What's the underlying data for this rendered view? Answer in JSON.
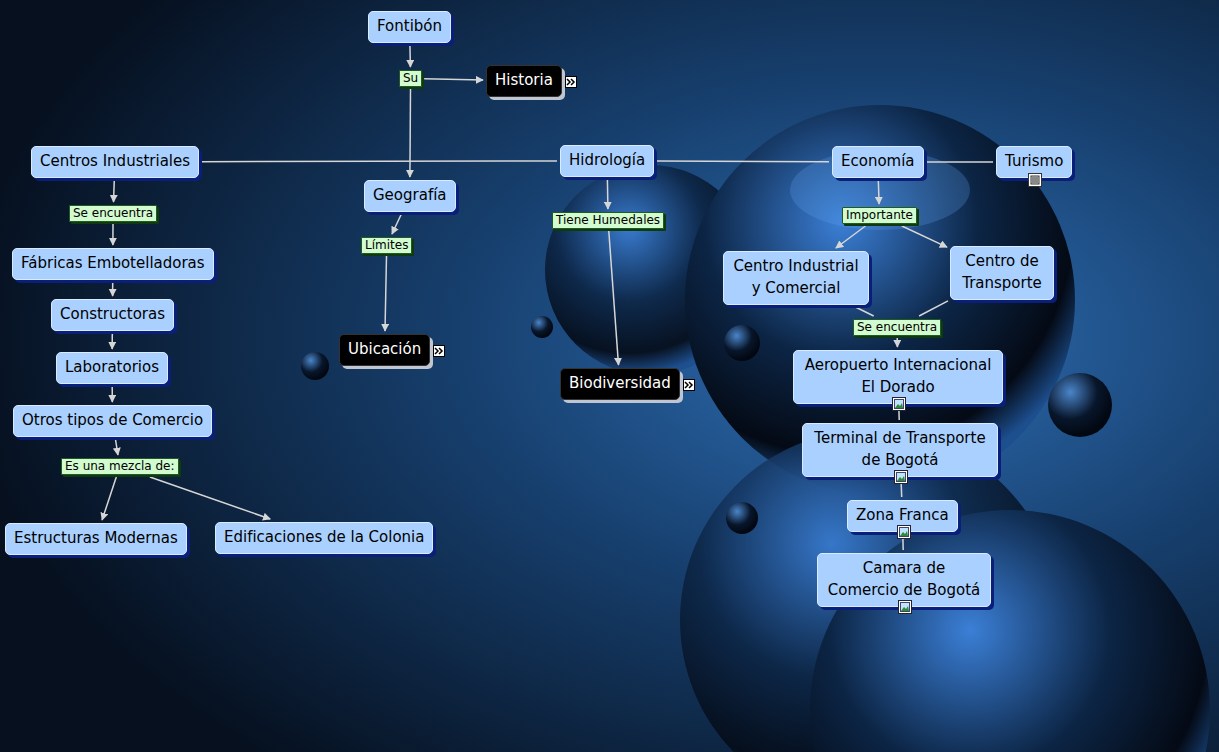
{
  "diagram": {
    "nodes": [
      {
        "text": [
          "Fontibón"
        ]
      },
      {
        "text": [
          "Su"
        ]
      },
      {
        "text": [
          "Historia"
        ]
      },
      {
        "text": [
          "Centros Industriales"
        ]
      },
      {
        "text": [
          "Hidrología"
        ]
      },
      {
        "text": [
          "Economía"
        ]
      },
      {
        "text": [
          "Turismo"
        ]
      },
      {
        "text": [
          "Geografía"
        ]
      },
      {
        "text": [
          "Se encuentra"
        ]
      },
      {
        "text": [
          "Tiene Humedales"
        ]
      },
      {
        "text": [
          "Importante"
        ]
      },
      {
        "text": [
          "Límites"
        ]
      },
      {
        "text": [
          "Fábricas Embotelladoras"
        ]
      },
      {
        "text": [
          "Centro Industrial y Comercial"
        ]
      },
      {
        "text": [
          "Centro de Transporte"
        ]
      },
      {
        "text": [
          "Constructoras"
        ]
      },
      {
        "text": [
          "Se encuentra"
        ]
      },
      {
        "text": [
          "Ubicación"
        ]
      },
      {
        "text": [
          "Aeropuerto Internacional El Dorado"
        ]
      },
      {
        "text": [
          "Laboratorios"
        ]
      },
      {
        "text": [
          "Biodiversidad"
        ]
      },
      {
        "text": [
          "Otros tipos de Comercio"
        ]
      },
      {
        "text": [
          "Terminal de Transporte de Bogotá"
        ]
      },
      {
        "text": [
          "Es una mezcla de:"
        ]
      },
      {
        "text": [
          "Zona Franca"
        ]
      },
      {
        "text": [
          "Estructuras Modernas"
        ]
      },
      {
        "text": [
          "Edificaciones de la Colonia"
        ]
      },
      {
        "text": [
          "Camara de Comercio de Bogotá"
        ]
      }
    ],
    "edges": [
      {
        "from": 0,
        "to": 1,
        "arrow": "to"
      },
      {
        "from": 1,
        "to": 2,
        "arrow": "to"
      },
      {
        "from": 1,
        "to": 7,
        "arrow": "to"
      },
      {
        "from": 3,
        "to": 4,
        "arrow": "none"
      },
      {
        "from": 4,
        "to": 5,
        "arrow": "none"
      },
      {
        "from": 5,
        "to": 6,
        "arrow": "none"
      },
      {
        "from": 3,
        "to": 8,
        "arrow": "to"
      },
      {
        "from": 8,
        "to": 12,
        "arrow": "to"
      },
      {
        "from": 12,
        "to": 15,
        "arrow": "to"
      },
      {
        "from": 15,
        "to": 19,
        "arrow": "to"
      },
      {
        "from": 19,
        "to": 21,
        "arrow": "to"
      },
      {
        "from": 21,
        "to": 23,
        "arrow": "to"
      },
      {
        "from": 23,
        "to": 25,
        "arrow": "to"
      },
      {
        "from": 23,
        "to": 26,
        "arrow": "to"
      },
      {
        "from": 7,
        "to": 11,
        "arrow": "to"
      },
      {
        "from": 11,
        "to": 17,
        "arrow": "to"
      },
      {
        "from": 4,
        "to": 9,
        "arrow": "to"
      },
      {
        "from": 9,
        "to": 20,
        "arrow": "to"
      },
      {
        "from": 5,
        "to": 10,
        "arrow": "to"
      },
      {
        "from": 10,
        "to": 13,
        "arrow": "to"
      },
      {
        "from": 10,
        "to": 14,
        "arrow": "to"
      },
      {
        "from": 13,
        "to": 16,
        "arrow": "none"
      },
      {
        "from": 14,
        "to": 16,
        "arrow": "none"
      },
      {
        "from": 16,
        "to": 18,
        "arrow": "to"
      },
      {
        "from": 18,
        "to": 22,
        "arrow": "none"
      },
      {
        "from": 22,
        "to": 24,
        "arrow": "none"
      },
      {
        "from": 24,
        "to": 27,
        "arrow": "none"
      }
    ]
  }
}
